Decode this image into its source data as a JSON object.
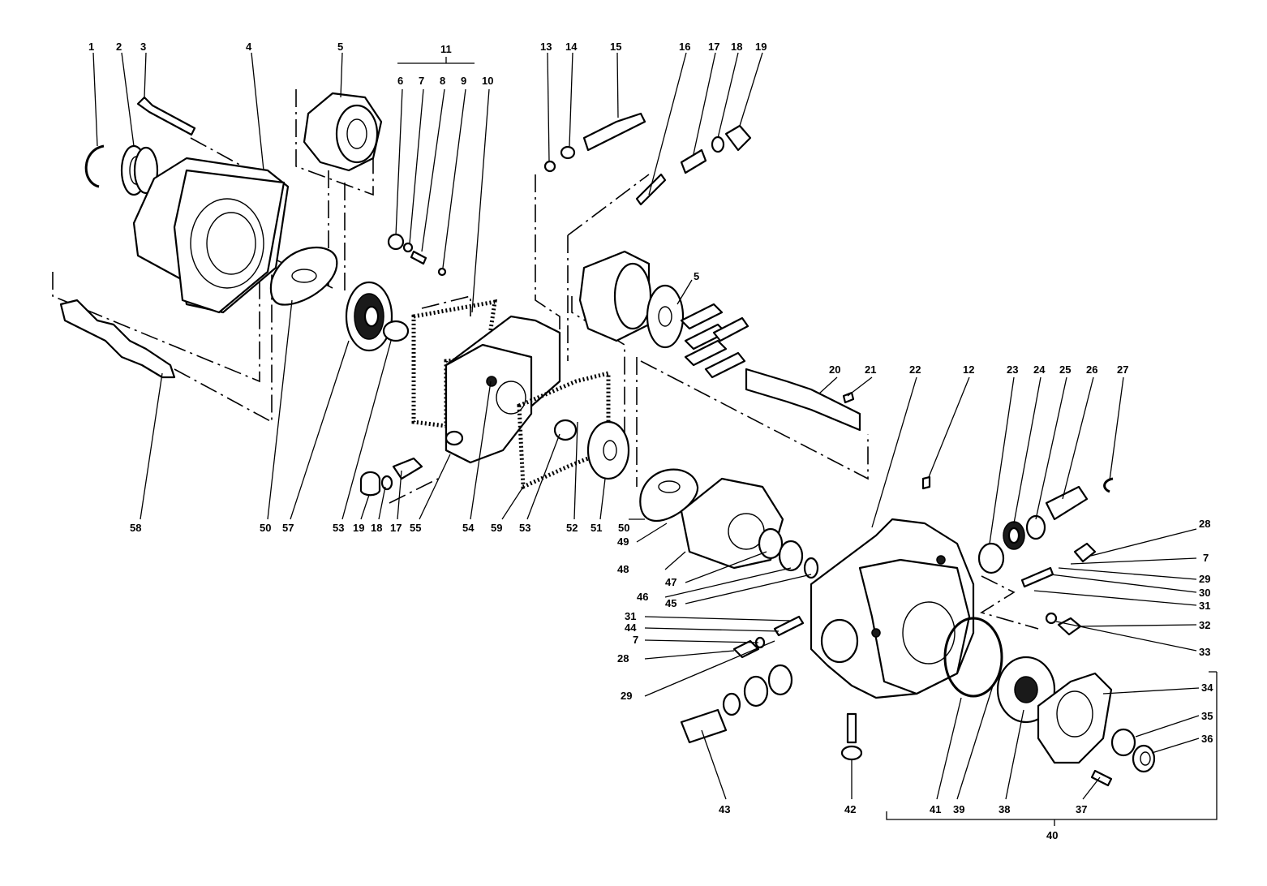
{
  "diagram": {
    "labels": [
      "1",
      "2",
      "3",
      "4",
      "5",
      "11",
      "6",
      "7",
      "8",
      "9",
      "10",
      "13",
      "14",
      "15",
      "16",
      "17",
      "18",
      "19",
      "5",
      "20",
      "21",
      "22",
      "12",
      "23",
      "24",
      "25",
      "26",
      "27",
      "28",
      "7",
      "29",
      "30",
      "31",
      "32",
      "33",
      "34",
      "35",
      "36",
      "37",
      "38",
      "39",
      "41",
      "42",
      "43",
      "40",
      "58",
      "50",
      "57",
      "53",
      "19",
      "18",
      "17",
      "55",
      "54",
      "59",
      "53",
      "52",
      "51",
      "50",
      "49",
      "48",
      "47",
      "46",
      "45",
      "31",
      "44",
      "7",
      "28",
      "29"
    ]
  }
}
